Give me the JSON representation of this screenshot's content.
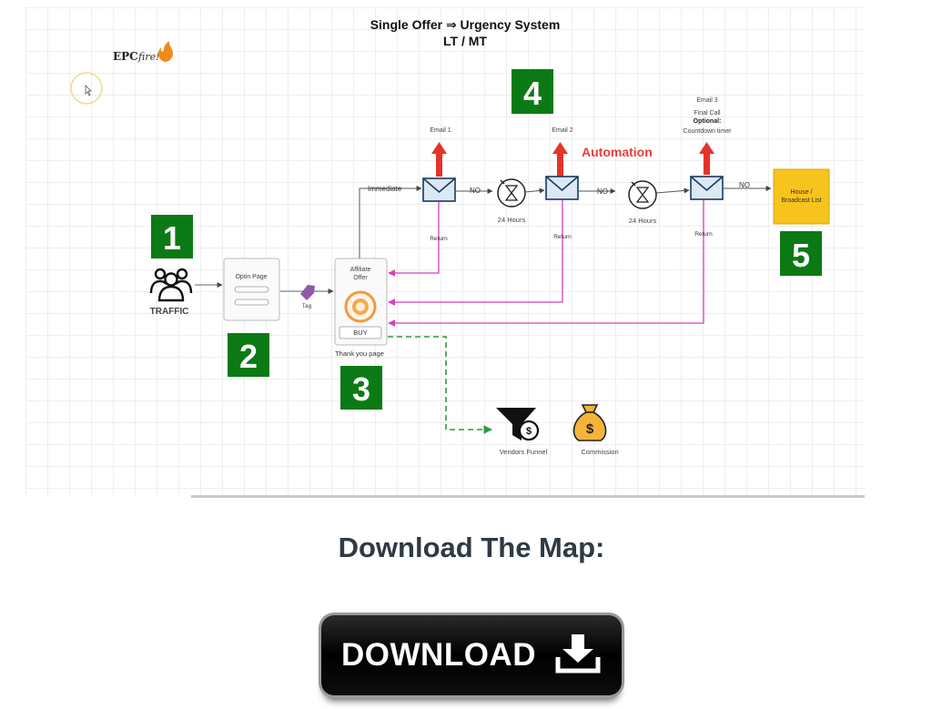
{
  "diagram": {
    "title_line1": "Single Offer ⇒ Urgency System",
    "title_line2": "LT / MT",
    "logo_text": "EPC",
    "logo_script": "fire!",
    "automation_label": "Automation",
    "numbers": [
      "1",
      "2",
      "3",
      "4",
      "5"
    ],
    "traffic_label": "TRAFFIC",
    "optin_title": "Optin Page",
    "tag_label": "Tag",
    "affiliate_title_line1": "Affiliate",
    "affiliate_title_line2": "Offer",
    "buy_label": "BUY",
    "thank_you_label": "Thank you page",
    "immediate_label": "Immediate",
    "no_label": "NO",
    "wait_label": "24 Hours",
    "return_label": "Return",
    "email1_label": "Email 1",
    "email2_label": "Email 2",
    "email3_label": "Email 3",
    "email3_line2": "Final Call",
    "email3_line3": "Optional:",
    "email3_line4": "Countdown timer",
    "house_line1": "House /",
    "house_line2": "Broadcast List",
    "vendors_label": "Vendors Funnel",
    "commission_label": "Commission",
    "colors": {
      "number_badge": "#0b7a14",
      "automation": "#e83c3c",
      "return_line": "#d63fbf",
      "email_arrow": "#e5332a",
      "envelope_fill": "#dbe9f4",
      "envelope_stroke": "#163a5f",
      "house_box": "#f7c31d",
      "vendor_dash": "#2e9b3a",
      "tag": "#8e5aa8"
    }
  },
  "download": {
    "heading": "Download The Map:",
    "button_label": "DOWNLOAD"
  }
}
